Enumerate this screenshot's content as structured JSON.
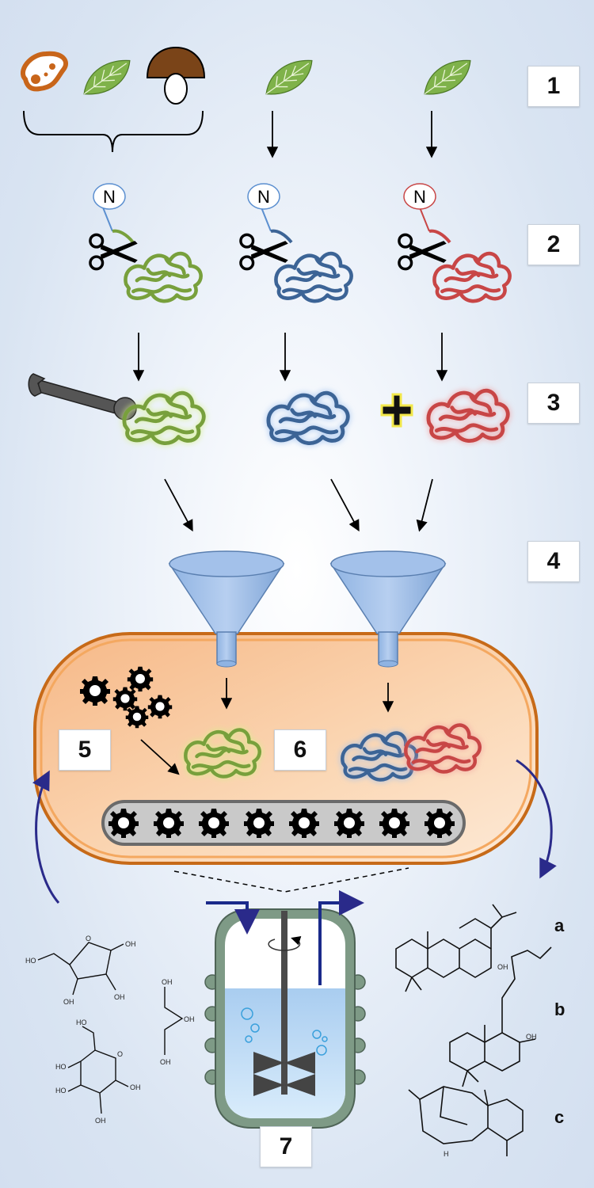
{
  "steps": {
    "s1": "1",
    "s2": "2",
    "s3": "3",
    "s4": "4",
    "s5": "5",
    "s6": "6",
    "s7": "7"
  },
  "terminal_label": "N",
  "compounds": {
    "a": "a",
    "b": "b",
    "c": "c"
  },
  "chem_labels": {
    "ho": "HO",
    "oh": "OH",
    "o": "O",
    "h": "H"
  },
  "colors": {
    "green": "#78a03c",
    "blue": "#3c6496",
    "red": "#c84646",
    "cell": "#f7c59a",
    "arrow_dark": "#2a2a8a"
  }
}
